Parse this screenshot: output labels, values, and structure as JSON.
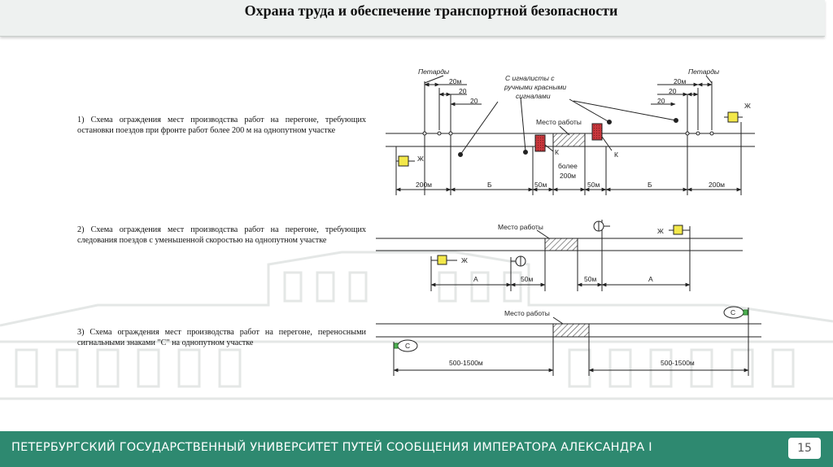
{
  "header": {
    "title": "Охрана труда и обеспечение транспортной безопасности"
  },
  "sections": [
    {
      "text": "1) Схема ограждения мест производства работ на перегоне, требующих остановки поездов при фронте работ более 200 м на однопутном участке"
    },
    {
      "text": "2) Схема ограждения мест производства работ на перегоне, требующих следования поездов с уменьшенной скоростью на однопутном участке"
    },
    {
      "text": "3) Схема ограждения мест производства работ на перегоне, переносными сигнальными знаками \"С\" на однопутном участке"
    }
  ],
  "diagram1": {
    "petardy_left": "Петарды",
    "petardy_right": "Петарды",
    "signalmen_line1": "С игналисты с",
    "signalmen_line2": "ручными красными",
    "signalmen_line3": "сигналами",
    "worksite": "Место работы",
    "d20m_left": "20м",
    "d20_left_a": "20",
    "d20_left_b": "20",
    "d20m_right": "20м",
    "d20_right_a": "20",
    "d20_right_b": "20",
    "zh_left": "Ж",
    "zh_right": "Ж",
    "k_left": "К",
    "k_right": "К",
    "more_line1": "более",
    "more_line2": "200м",
    "dim_200m_left": "200м",
    "dim_b_left": "Б",
    "dim_50m_left": "50м",
    "dim_50m_right": "50м",
    "dim_b_right": "Б",
    "dim_200m_right": "200м"
  },
  "diagram2": {
    "worksite": "Место работы",
    "zh_left": "Ж",
    "zh_right": "Ж",
    "dim_a_left": "А",
    "dim_50m_left": "50м",
    "dim_50m_right": "50м",
    "dim_a_right": "А"
  },
  "diagram3": {
    "worksite": "Место работы",
    "sign_left": "С",
    "sign_right": "С",
    "dim_left": "500-1500м",
    "dim_right": "500-1500м"
  },
  "footer": {
    "university": "ПЕТЕРБУРГСКИЙ ГОСУДАРСТВЕННЫЙ УНИВЕРСИТЕТ ПУТЕЙ СООБЩЕНИЯ ИМПЕРАТОРА АЛЕКСАНДРА I",
    "page_number": "15"
  },
  "colors": {
    "footer_bg": "#2e8970",
    "yellow_signal": "#f3e84a",
    "red_signal": "#c8373c"
  }
}
